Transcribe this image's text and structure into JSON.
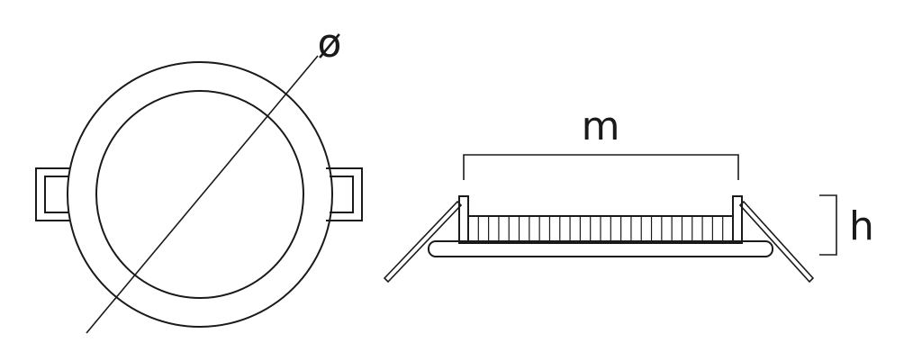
{
  "labels": {
    "diameter": "ø",
    "width": "m",
    "height": "h"
  },
  "colors": {
    "line": "#1a1a1a",
    "background": "#ffffff"
  }
}
